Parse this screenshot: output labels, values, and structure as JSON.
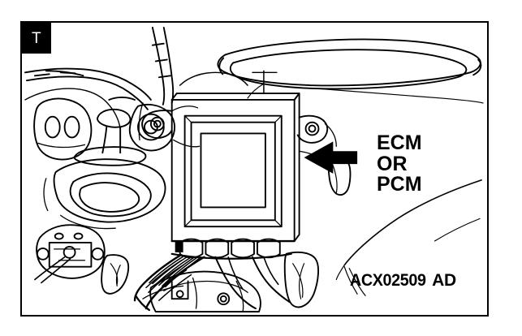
{
  "figure": {
    "badge_label": "T",
    "part_number": "ACX02509",
    "part_number_suffix": "AD",
    "callout": {
      "line1": "ECM",
      "line2": "OR",
      "line3": "PCM"
    },
    "colors": {
      "ink": "#000000",
      "paper": "#ffffff",
      "badge_background": "#000000",
      "badge_text": "#ffffff"
    },
    "icons": {
      "pointer": "left-arrow-icon"
    }
  }
}
